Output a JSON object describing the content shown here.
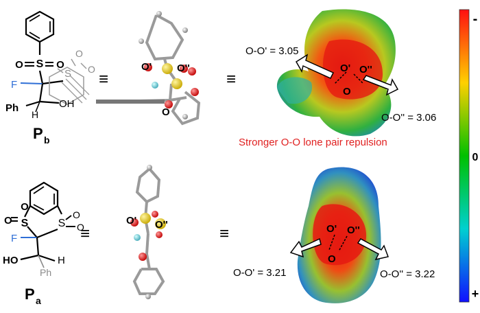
{
  "top": {
    "compound_label": "P",
    "compound_sub": "b",
    "atoms": {
      "S_top": "S",
      "O_left": "O",
      "O_right": "O",
      "F": "F",
      "S_ring": "S",
      "O_ring1": "O",
      "O_ring2": "O",
      "Ph": "Ph",
      "H": "H",
      "OH": "OH"
    },
    "model_labels": {
      "O1": "O'",
      "O2": "O''",
      "O3": "O"
    },
    "equiv1": "≡",
    "equiv2": "≡",
    "esp_labels": {
      "O1": "O'",
      "O2": "O''",
      "O3": "O"
    },
    "dist_left": "O-O' = 3.05",
    "dist_right": "O-O'' = 3.06",
    "note": "Stronger O-O lone pair repulsion",
    "note_color": "#e02020"
  },
  "bottom": {
    "compound_label": "P",
    "compound_sub": "a",
    "atoms": {
      "S_top": "S",
      "O_left": "O",
      "O_right": "O",
      "F": "F",
      "S_ring": "S",
      "O_ring1": "O",
      "O_ring2": "O",
      "HO": "HO",
      "H": "H",
      "Ph": "Ph"
    },
    "model_labels": {
      "O1": "O'",
      "O2": "O''"
    },
    "equiv1": "≡",
    "equiv2": "≡",
    "esp_labels": {
      "O1": "O'",
      "O2": "O''",
      "O3": "O"
    },
    "dist_left": "O-O' = 3.21",
    "dist_right": "O-O'' = 3.22"
  },
  "scale": {
    "neg": "-",
    "zero": "0",
    "pos": "+"
  },
  "colors": {
    "fluorine": "#2f6fd6",
    "sulfur": "#e8d020",
    "oxygen": "#e01010",
    "ph_gray": "#8a8a8a"
  }
}
